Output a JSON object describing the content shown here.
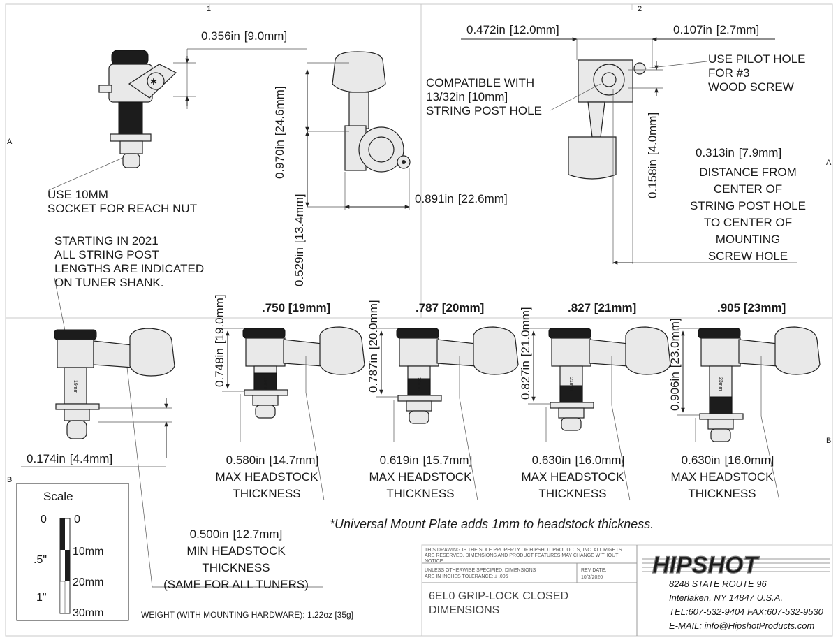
{
  "zones": {
    "top_1": "1",
    "top_2": "2",
    "left_a": "A",
    "left_b": "B",
    "right_a": "A",
    "right_b": "B"
  },
  "top_views": {
    "dim_356": "0.356in",
    "dim_356_mm": "9.0mm",
    "dim_970": "0.970in",
    "dim_970_mm": "24.6mm",
    "dim_529": "0.529in",
    "dim_529_mm": "13.4mm",
    "dim_891": "0.891in",
    "dim_891_mm": "22.6mm",
    "dim_472": "0.472in",
    "dim_472_mm": "12.0mm",
    "dim_107": "0.107in",
    "dim_107_mm": "2.7mm",
    "dim_158": "0.158in",
    "dim_158_mm": "4.0mm",
    "dim_313": "0.313in",
    "dim_313_mm": "7.9mm"
  },
  "notes": {
    "socket_1": "USE 10MM",
    "socket_2": "SOCKET FOR REACH NUT",
    "compat_1": "COMPATIBLE WITH",
    "compat_2": "13/32in [10mm]",
    "compat_3": "STRING POST HOLE",
    "pilot_1": "USE PILOT HOLE",
    "pilot_2": "FOR #3",
    "pilot_3": "WOOD SCREW",
    "dist_1": "DISTANCE FROM",
    "dist_2": "CENTER OF",
    "dist_3": "STRING POST HOLE",
    "dist_4": "TO CENTER OF",
    "dist_5": "MOUNTING",
    "dist_6": "SCREW HOLE",
    "start_1": "STARTING IN 2021",
    "start_2": "ALL STRING POST",
    "start_3": "LENGTHS ARE INDICATED",
    "start_4": "ON TUNER SHANK.",
    "dim_174": "0.174in",
    "dim_174_mm": "4.4mm",
    "min_dim": "0.500in",
    "min_dim_mm": "12.7mm",
    "min_1": "MIN HEADSTOCK",
    "min_2": "THICKNESS",
    "min_3": "(SAME FOR ALL TUNERS)",
    "universal": "*Universal Mount Plate adds 1mm to headstock thickness.",
    "weight": "WEIGHT (WITH MOUNTING HARDWARE): 1.22oz [35g]"
  },
  "tuners": [
    {
      "title": ".750 [19mm]",
      "height": "0.748in",
      "height_mm": "19.0mm",
      "max": "0.580in",
      "max_mm": "14.7mm",
      "shank": "19mm",
      "max_label_1": "MAX HEADSTOCK",
      "max_label_2": "THICKNESS"
    },
    {
      "title": ".787 [20mm]",
      "height": "0.787in",
      "height_mm": "20.0mm",
      "max": "0.619in",
      "max_mm": "15.7mm",
      "shank": "20mm",
      "max_label_1": "MAX HEADSTOCK",
      "max_label_2": "THICKNESS"
    },
    {
      "title": ".827 [21mm]",
      "height": "0.827in",
      "height_mm": "21.0mm",
      "max": "0.630in",
      "max_mm": "16.0mm",
      "shank": "21mm",
      "max_label_1": "MAX HEADSTOCK",
      "max_label_2": "THICKNESS"
    },
    {
      "title": ".905 [23mm]",
      "height": "0.906in",
      "height_mm": "23.0mm",
      "max": "0.630in",
      "max_mm": "16.0mm",
      "shank": "23mm",
      "max_label_1": "MAX HEADSTOCK",
      "max_label_2": "THICKNESS"
    }
  ],
  "scale": {
    "title": "Scale",
    "in_0": "0",
    "in_half": ".5\"",
    "in_1": "1\"",
    "mm_0": "0",
    "mm_10": "10mm",
    "mm_20": "20mm",
    "mm_30": "30mm"
  },
  "title_block": {
    "prop_1": "THIS DRAWING IS THE SOLE PROPERTY OF HIPSHOT PRODUCTS, INC. ALL RIGHTS",
    "prop_2": "ARE RESERVED. DIMENSIONS AND PRODUCT FEATURES MAY CHANGE WITHOUT",
    "prop_3": "NOTICE.",
    "tol_1": "UNLESS OTHERWISE SPECIFIED: DIMENSIONS",
    "tol_2": "ARE IN INCHES TOLERANCE: ± .005",
    "rev_label": "REV DATE:",
    "rev_date": "10/3/2020",
    "title_1": "6EL0 GRIP-LOCK CLOSED",
    "title_2": "DIMENSIONS",
    "brand": "HIPSHOT",
    "addr_1": "8248 STATE ROUTE 96",
    "addr_2": "Interlaken, NY 14847 U.S.A.",
    "phone": "TEL:607-532-9404 FAX:607-532-9530",
    "email": "E-MAIL: info@HipshotProducts.com"
  }
}
